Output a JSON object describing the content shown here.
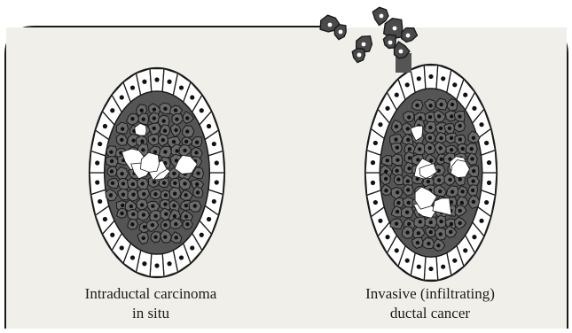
{
  "labels": {
    "left_line1": "Intraductal carcinoma",
    "left_line2": "in situ",
    "right_line1": "Invasive (infiltrating)",
    "right_line2": "ductal cancer"
  },
  "panels": [
    {
      "id": "left",
      "invasive": false
    },
    {
      "id": "right",
      "invasive": true
    }
  ],
  "colors": {
    "background": "#f1efea",
    "outline": "#1a1a1a",
    "cancer_cell": "#555555",
    "nucleus": "#111111",
    "normal_cell": "#ffffff"
  }
}
